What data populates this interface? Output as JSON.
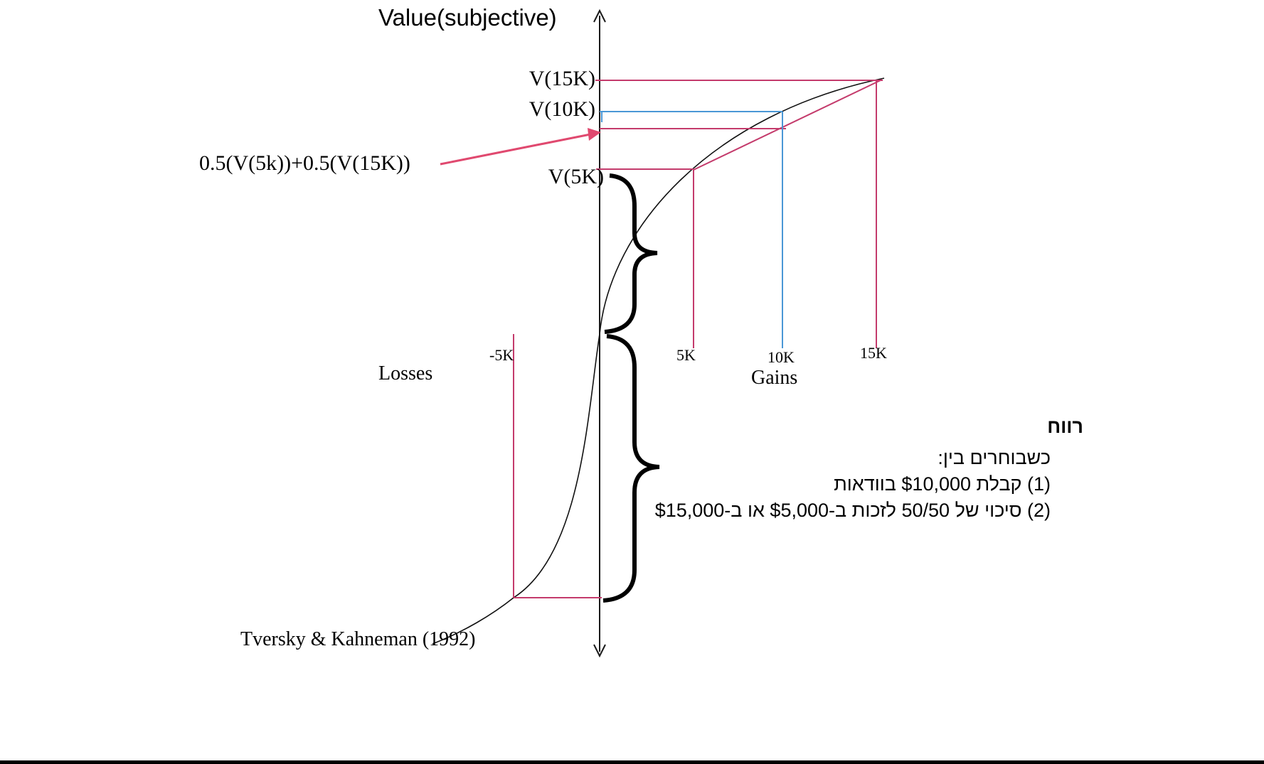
{
  "slide": {
    "title": "Value(subjective)",
    "citation": "Tversky & Kahneman (1992)"
  },
  "axis_labels": {
    "losses": "Losses",
    "gains": "Gains"
  },
  "value_labels": {
    "v15k": "V(15K)",
    "v10k": "V(10K)",
    "v5k": "V(5K)",
    "expected_value": "0.5(V(5k))+0.5(V(15K))"
  },
  "x_ticks": {
    "neg5k": "-5K",
    "pos5k": "5K",
    "pos10k": "10K",
    "pos15k": "15K"
  },
  "hebrew_note": {
    "heading": "רווח",
    "line1": "כשבוחרים בין:",
    "line2": "(1) קבלת $10,000 בוודאות",
    "line3": "(2) סיכוי של 50/50 לזכות ב-$5,000 או ב-$15,000"
  },
  "colors": {
    "curve": "#111111",
    "axis": "#1a1a1a",
    "pink": "#c43b6c",
    "arrow": "#e0496f",
    "blue": "#4a97d6",
    "brace": "#000000"
  },
  "chart_data": {
    "type": "line",
    "title": "Value(subjective)",
    "ylabel": "Value(subjective)",
    "xlabel_positive": "Gains",
    "xlabel_negative": "Losses",
    "x_ticks": [
      "-5K",
      "5K",
      "10K",
      "15K"
    ],
    "y_axis_marked_values": [
      "V(15K)",
      "V(10K)",
      "0.5(V(5k))+0.5(V(15K))",
      "V(5K)"
    ],
    "curve_description": "S-shaped prospect-theory value function through the origin: concave over gains, convex and steeper over losses",
    "marked_points": [
      {
        "x": "5K",
        "y_label": "V(5K)",
        "line_color": "pink"
      },
      {
        "x": "10K",
        "y_label": "V(10K)",
        "line_color": "blue"
      },
      {
        "x": "15K",
        "y_label": "V(15K)",
        "line_color": "pink"
      },
      {
        "x": "-5K",
        "y_label": "value of -5K on loss branch",
        "line_color": "pink"
      }
    ],
    "construction_lines": [
      "Chord from (5K, V(5K)) to (15K, V(15K)); its midpoint height 0.5(V(5k))+0.5(V(15K)) is projected onto the value axis just below V(10K)",
      "Curly brace along axis spanning value range of +5K gain",
      "Larger curly brace along axis spanning value range of -5K loss"
    ],
    "citation": "Tversky & Kahneman (1992)"
  }
}
